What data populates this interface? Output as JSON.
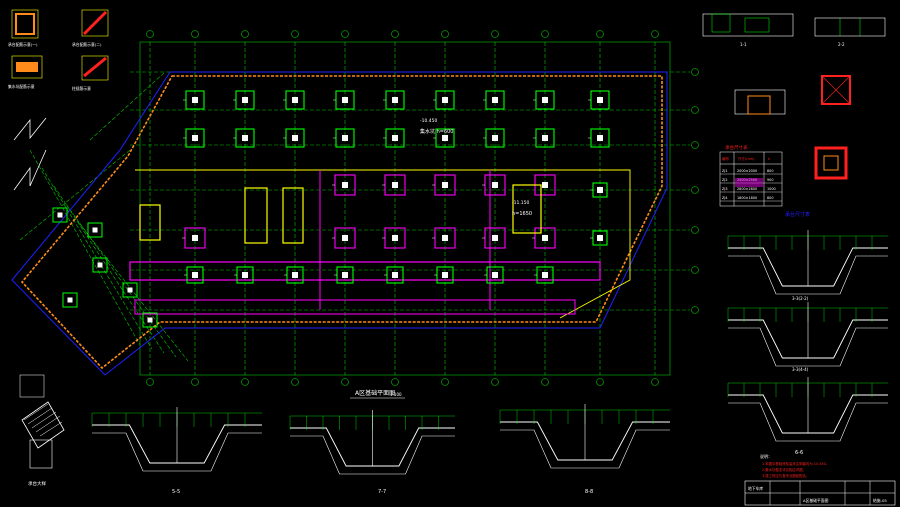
{
  "drawing": {
    "plan_title": "A区基础平面图",
    "plan_scale": "1:100",
    "sections": {
      "s5": "5-5",
      "s6": "6-6",
      "s7": "7-7",
      "s8": "8-8",
      "s1": "1-1",
      "s2": "2-2",
      "s3": "3-3(2-2)",
      "s4": "3-3(4-4)"
    },
    "table": {
      "title": "承台尺寸表",
      "headers": [
        "编号",
        "尺寸(mm)",
        "h"
      ],
      "rows": [
        [
          "ZJ1",
          "2000×2000",
          "800"
        ],
        [
          "ZJ2",
          "2500×2500",
          "900"
        ],
        [
          "ZJ3",
          "2800×2800",
          "1000"
        ],
        [
          "ZJ4",
          "1800×1800",
          "800"
        ]
      ]
    },
    "annotations": {
      "pit_a": "集水坑 h=600",
      "pit_b": "h=1650",
      "elev_a": "-10.450",
      "elev_b": "-11.150",
      "note_head": "说明：",
      "note_1": "1.本图中基础底标高未注明者均为-10.450。",
      "note_2": "2.集水坑做法详见相应详图。",
      "note_3": "3.施工时应与各专业图纸配合。",
      "sample": "承台大样",
      "legend_1": "承台配筋示意(一)",
      "legend_2": "承台配筋示意(二)",
      "legend_3": "集水坑配筋示意",
      "legend_4": "柱插筋示意"
    },
    "title_block": {
      "project": "地下车库",
      "sheet": "A区基础平面图",
      "drawing_no": "结施-05"
    },
    "colors": {
      "background": "#000000",
      "axis": "#00ff00",
      "wall": "#ffff00",
      "column": "#ffffff",
      "pit": "#ff00ff",
      "slab": "#0000ff",
      "dim": "#00ffff",
      "note": "#ff2020",
      "orange": "#ff8c1a"
    }
  }
}
